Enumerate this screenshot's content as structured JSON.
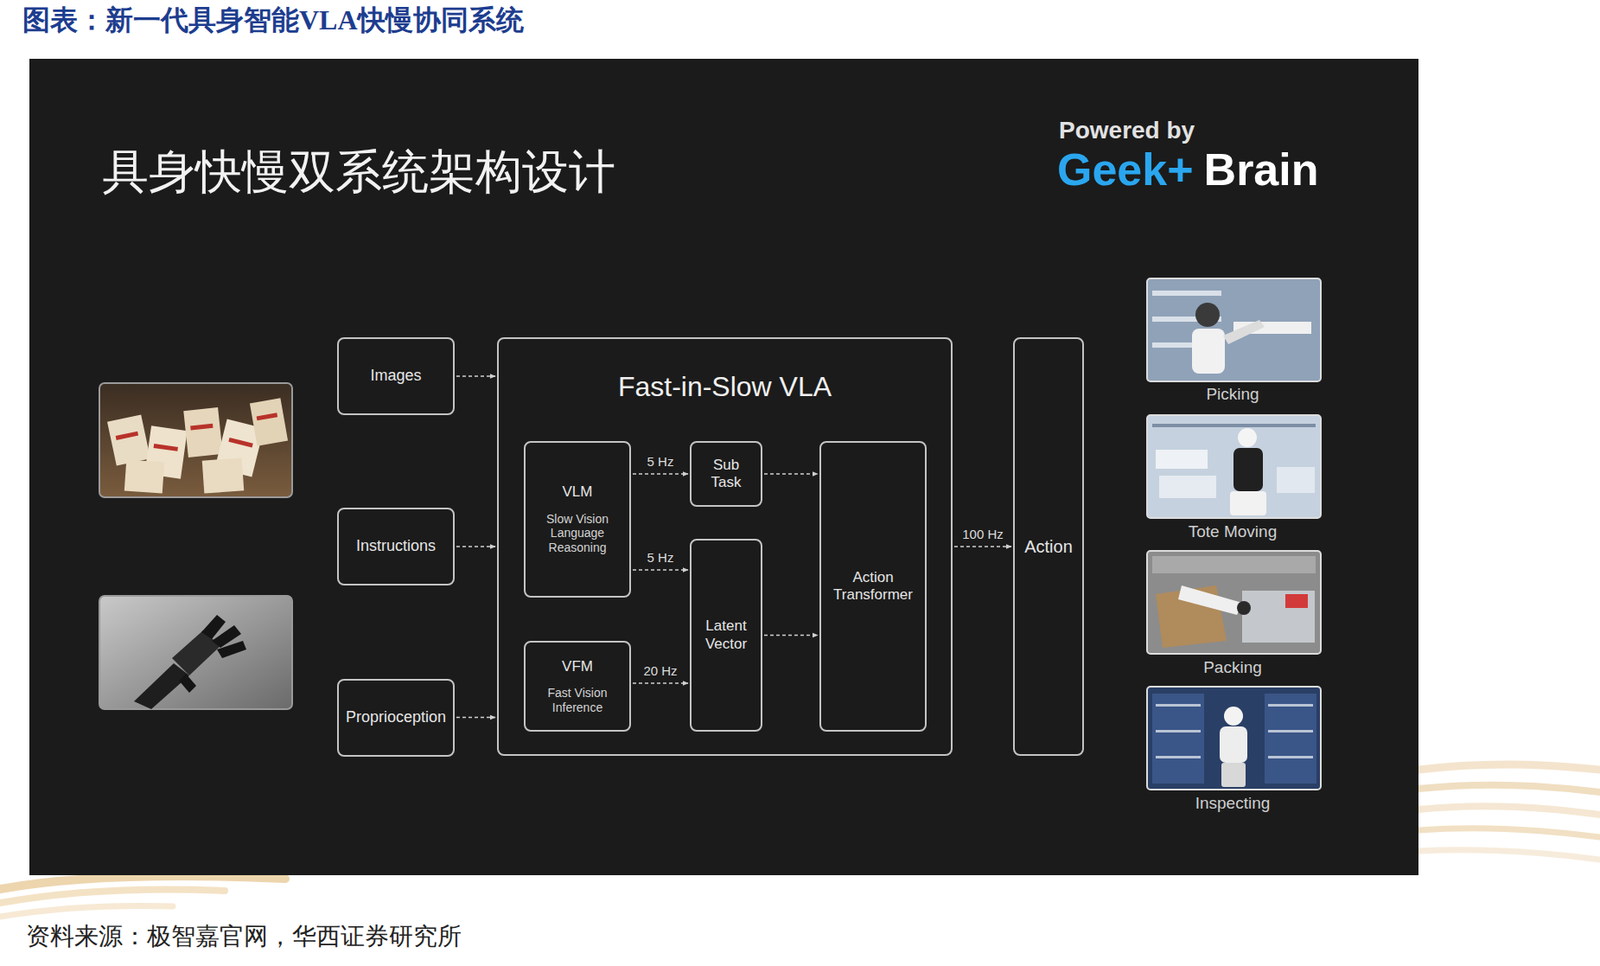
{
  "diagram": {
    "title": "图表：新一代具身智能VLA快慢协同系统",
    "caption": "资料来源：极智嘉官网，华西证券研究所",
    "nodes": [
      {
        "text": [
          "具身快慢双系统架构设计"
        ]
      },
      {
        "text": [
          "Images"
        ],
        "in": 0
      },
      {
        "text": [
          "Instructions"
        ],
        "in": 0
      },
      {
        "text": [
          "Proprioception"
        ],
        "in": 0
      },
      {
        "text": [
          "Fast-in-Slow VLA"
        ],
        "in": 0
      },
      {
        "text": [
          "VLM",
          "Slow Vision Language Reasoning"
        ],
        "in": 4
      },
      {
        "text": [
          "VFM",
          "Fast Vision Inference"
        ],
        "in": 4
      },
      {
        "text": [
          "Sub Task"
        ],
        "in": 4
      },
      {
        "text": [
          "Latent Vector"
        ],
        "in": 4
      },
      {
        "text": [
          "Action Transformer"
        ],
        "in": 4
      },
      {
        "text": [
          "Action"
        ],
        "in": 0
      }
    ],
    "edges": [
      {
        "from": 1,
        "to": 4,
        "arrow": "to"
      },
      {
        "from": 2,
        "to": 4,
        "arrow": "to"
      },
      {
        "from": 3,
        "to": 4,
        "arrow": "to"
      },
      {
        "from": 5,
        "to": 7,
        "label": "5 Hz",
        "arrow": "to"
      },
      {
        "from": 5,
        "to": 8,
        "label": "5 Hz",
        "arrow": "to"
      },
      {
        "from": 6,
        "to": 8,
        "label": "20 Hz",
        "arrow": "to"
      },
      {
        "from": 7,
        "to": 9,
        "arrow": "to"
      },
      {
        "from": 8,
        "to": 9,
        "arrow": "to"
      },
      {
        "from": 4,
        "to": 10,
        "label": "100 Hz",
        "arrow": "to"
      }
    ],
    "labels": [
      "Powered by",
      "Geek+",
      "Brain",
      "Picking",
      "Tote Moving",
      "Packing",
      "Inspecting"
    ]
  }
}
